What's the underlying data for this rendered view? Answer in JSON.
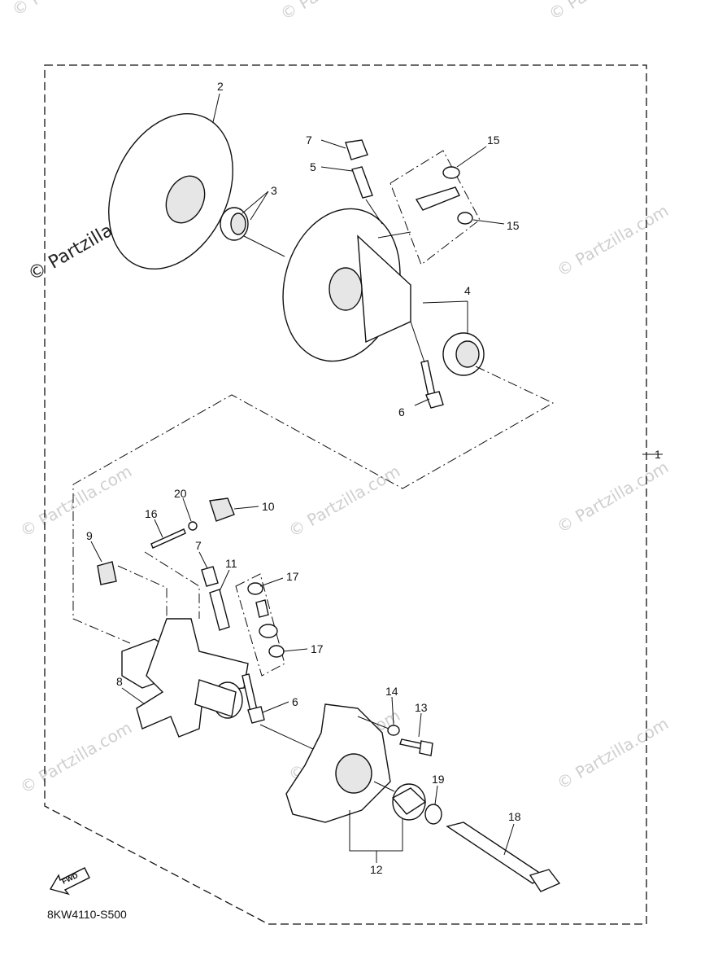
{
  "watermark": {
    "text": "© Partzilla.com",
    "main_text": "© Partzilla.com"
  },
  "diagram_code": "8KW4110-S500",
  "fwd_label": "FWD",
  "callouts": {
    "c1": "1",
    "c2": "2",
    "c3": "3",
    "c4": "4",
    "c5": "5",
    "c6a": "6",
    "c6b": "6",
    "c7a": "7",
    "c7b": "7",
    "c8": "8",
    "c9": "9",
    "c10": "10",
    "c11": "11",
    "c12": "12",
    "c13": "13",
    "c14": "14",
    "c15a": "15",
    "c15b": "15",
    "c16": "16",
    "c17a": "17",
    "c17b": "17",
    "c18": "18",
    "c19": "19",
    "c20": "20"
  }
}
